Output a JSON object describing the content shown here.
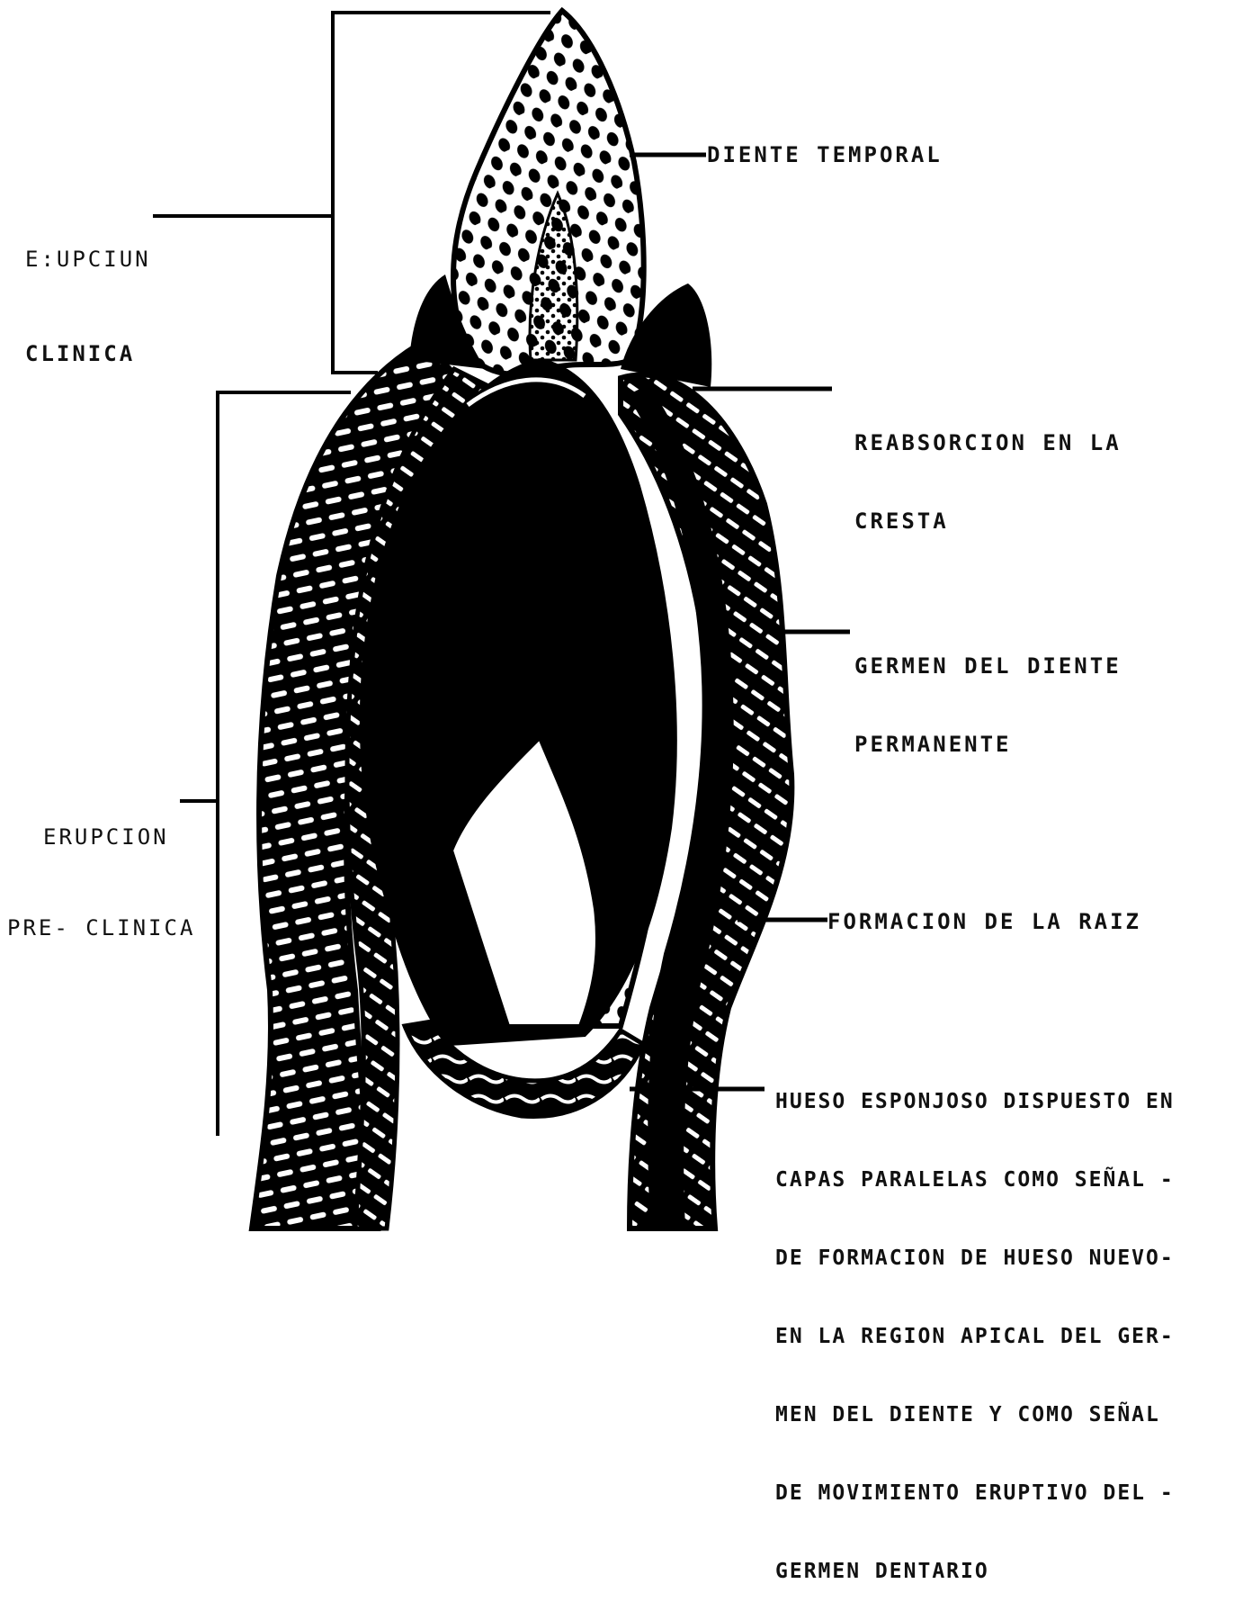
{
  "labels": {
    "erupcion_clinica": [
      "E:UPCIUN",
      "CLINICA"
    ],
    "erupcion_preclinica": [
      "ERUPCION",
      "PRE- CLINICA"
    ],
    "diente_temporal": "DIENTE TEMPORAL",
    "reabsorcion": [
      "REABSORCION EN LA",
      "CRESTA"
    ],
    "germen": [
      "GERMEN DEL DIENTE",
      "PERMANENTE"
    ],
    "formacion_raiz": "FORMACION DE LA RAIZ",
    "hueso_esponjoso": [
      "HUESO ESPONJOSO DISPUESTO EN",
      "CAPAS PARALELAS COMO SEÑAL -",
      "DE FORMACION DE HUESO NUEVO-",
      "EN LA REGION APICAL DEL GER-",
      "MEN DEL DIENTE Y COMO SEÑAL",
      "DE MOVIMIENTO ERUPTIVO DEL -",
      "GERMEN DENTARIO"
    ]
  },
  "colors": {
    "ink": "#000000",
    "paper": "#ffffff"
  }
}
